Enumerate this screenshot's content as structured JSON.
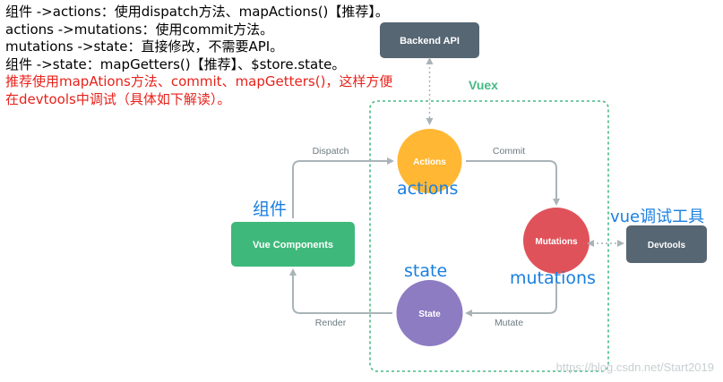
{
  "notes": [
    "组件 ->actions：使用dispatch方法、mapActions()【推荐】。",
    "actions ->mutations：使用commit方法。",
    "mutations ->state：直接修改，不需要API。",
    "组件 ->state：mapGetters()【推荐】、$store.state。",
    "推荐使用mapAtions方法、commit、mapGetters()，这样方便",
    "在devtools中调试（具体如下解读）。"
  ],
  "colors": {
    "note_text": "#000000",
    "note_red": "#e8211a",
    "backend": "#566673",
    "actions": "#ffb734",
    "mutations": "#e0525a",
    "state": "#8e7cc3",
    "components": "#3eb97b",
    "devtools": "#566673",
    "dashed_border": "#47b985",
    "arrow": "#aab4b8",
    "vuex_label": "#47b985",
    "annotation": "#1a7fe0"
  },
  "diagram": {
    "vuex_label": "Vuex",
    "backend_api": "Backend API",
    "actions": "Actions",
    "mutations": "Mutations",
    "state": "State",
    "vue_components": "Vue Components",
    "devtools": "Devtools",
    "dispatch": "Dispatch",
    "commit": "Commit",
    "mutate": "Mutate",
    "render": "Render"
  },
  "annotations": {
    "actions": "actions",
    "mutations": "mutations",
    "state": "state",
    "component": "组件",
    "devtools": "vue调试工具"
  },
  "watermark": "https://blog.csdn.net/Start2019"
}
